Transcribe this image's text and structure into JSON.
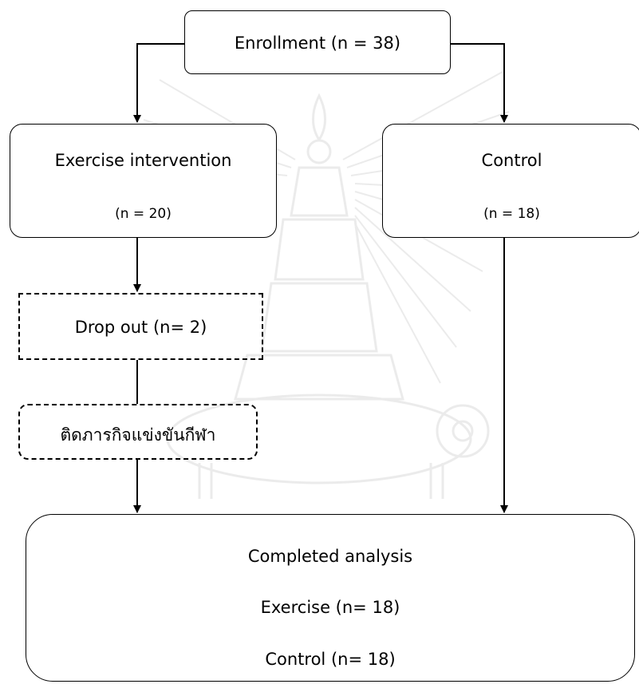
{
  "flowchart": {
    "enrollment": {
      "label": "Enrollment (n = 38)"
    },
    "exercise": {
      "title": "Exercise intervention",
      "count": "(n = 20)"
    },
    "control": {
      "title": "Control",
      "count": "(n = 18)"
    },
    "dropout": {
      "label": "Drop out (n= 2)"
    },
    "reason": {
      "label": "ติดภารกิจแข่งขันกีฬา"
    },
    "completed": {
      "title": "Completed analysis",
      "exercise_line": "Exercise (n= 18)",
      "control_line": "Control (n= 18)"
    }
  },
  "watermark": {
    "icon": "university-seal-icon",
    "color": "#b0b0b0"
  }
}
